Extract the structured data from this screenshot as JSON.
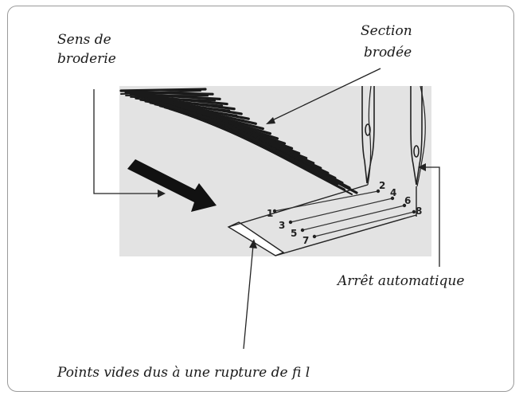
{
  "labels": {
    "direction_line1": "Sens de",
    "direction_line2": "broderie",
    "section_line1": "Section",
    "section_line2": "brodée",
    "auto_stop": "Arrêt automatique",
    "empty_points": "Points vides dus à une rupture de fi l"
  },
  "stitch_numbers": [
    "1",
    "2",
    "3",
    "4",
    "5",
    "6",
    "7",
    "8"
  ],
  "colors": {
    "panel": "#e3e3e3",
    "ink": "#1a1a1a",
    "frame": "#9a9a9a"
  }
}
